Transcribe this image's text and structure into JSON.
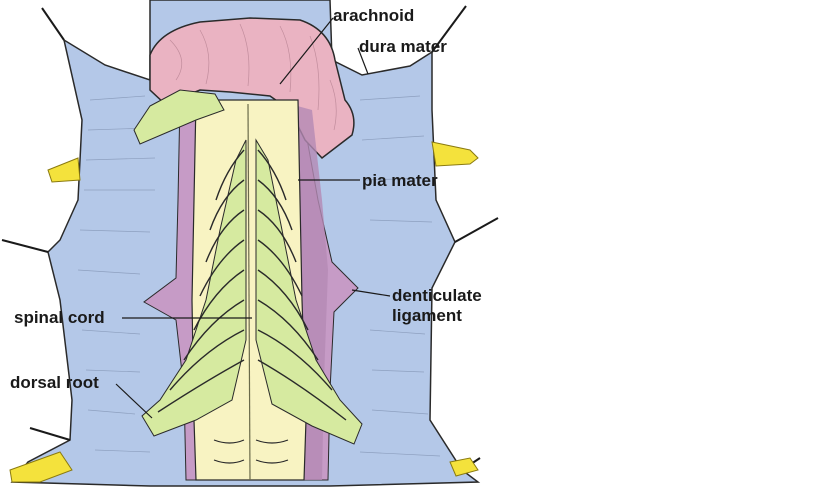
{
  "labels": {
    "arachnoid": "arachnoid",
    "dura_mater": "dura mater",
    "pia_mater": "pia mater",
    "denticulate_line1": "denticulate",
    "denticulate_line2": "ligament",
    "spinal_cord": "spinal cord",
    "dorsal_root": "dorsal root"
  },
  "colors": {
    "dura": "#b4c8e8",
    "arachnoid": "#eab3c2",
    "pia": "#c69bc6",
    "cord": "#f8f3c2",
    "roots": "#d6eaa0",
    "nerve": "#f4e23c",
    "outline": "#2a2a2a"
  }
}
